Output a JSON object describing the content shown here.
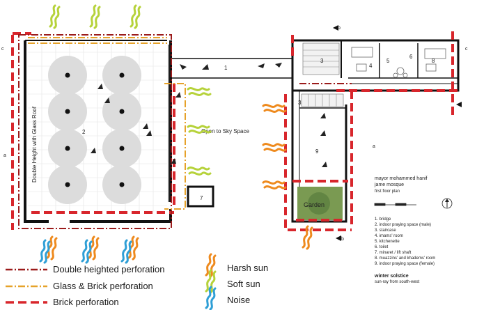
{
  "plan": {
    "double_height_label": "Double Height with Glass Roof",
    "open_sky_label": "Open to Sky Space",
    "garden_label": "Garden",
    "room_numbers": [
      "1",
      "2",
      "3",
      "3",
      "4",
      "5",
      "6",
      "7",
      "8",
      "9"
    ],
    "section_marks": [
      "a",
      "a",
      "b",
      "b",
      "c",
      "c"
    ]
  },
  "title": {
    "line1": "mayor mohammed hanif",
    "line2": "jame mosque",
    "line3": "first floor plan"
  },
  "key": [
    "1. bridge",
    "2. indoor praying space (male)",
    "3. staircase",
    "4. imams' room",
    "5. kitchenette",
    "6. toilet",
    "7. minaret / lift shaft",
    "8. muazzins' and khadems' room",
    "9. indoor praying space (female)"
  ],
  "season": {
    "title": "winter solstice",
    "subtitle": "sun-ray from south-west"
  },
  "legend": {
    "perforations": [
      {
        "label": "Double heighted perforation",
        "color": "#9b1b1b"
      },
      {
        "label": "Glass & Brick perforation",
        "color": "#e6a22a"
      },
      {
        "label": "Brick perforation",
        "color": "#d8262c"
      }
    ],
    "environment": [
      {
        "label": "Harsh sun",
        "color": "#ee8a1e"
      },
      {
        "label": "Soft sun",
        "color": "#b6d23a"
      },
      {
        "label": "Noise",
        "color": "#2f9fd6"
      }
    ]
  },
  "colors": {
    "wall": "#111111",
    "column_circle": "#dcdcdc",
    "garden": "#7a9a52",
    "grid": "#e3e3e3"
  }
}
